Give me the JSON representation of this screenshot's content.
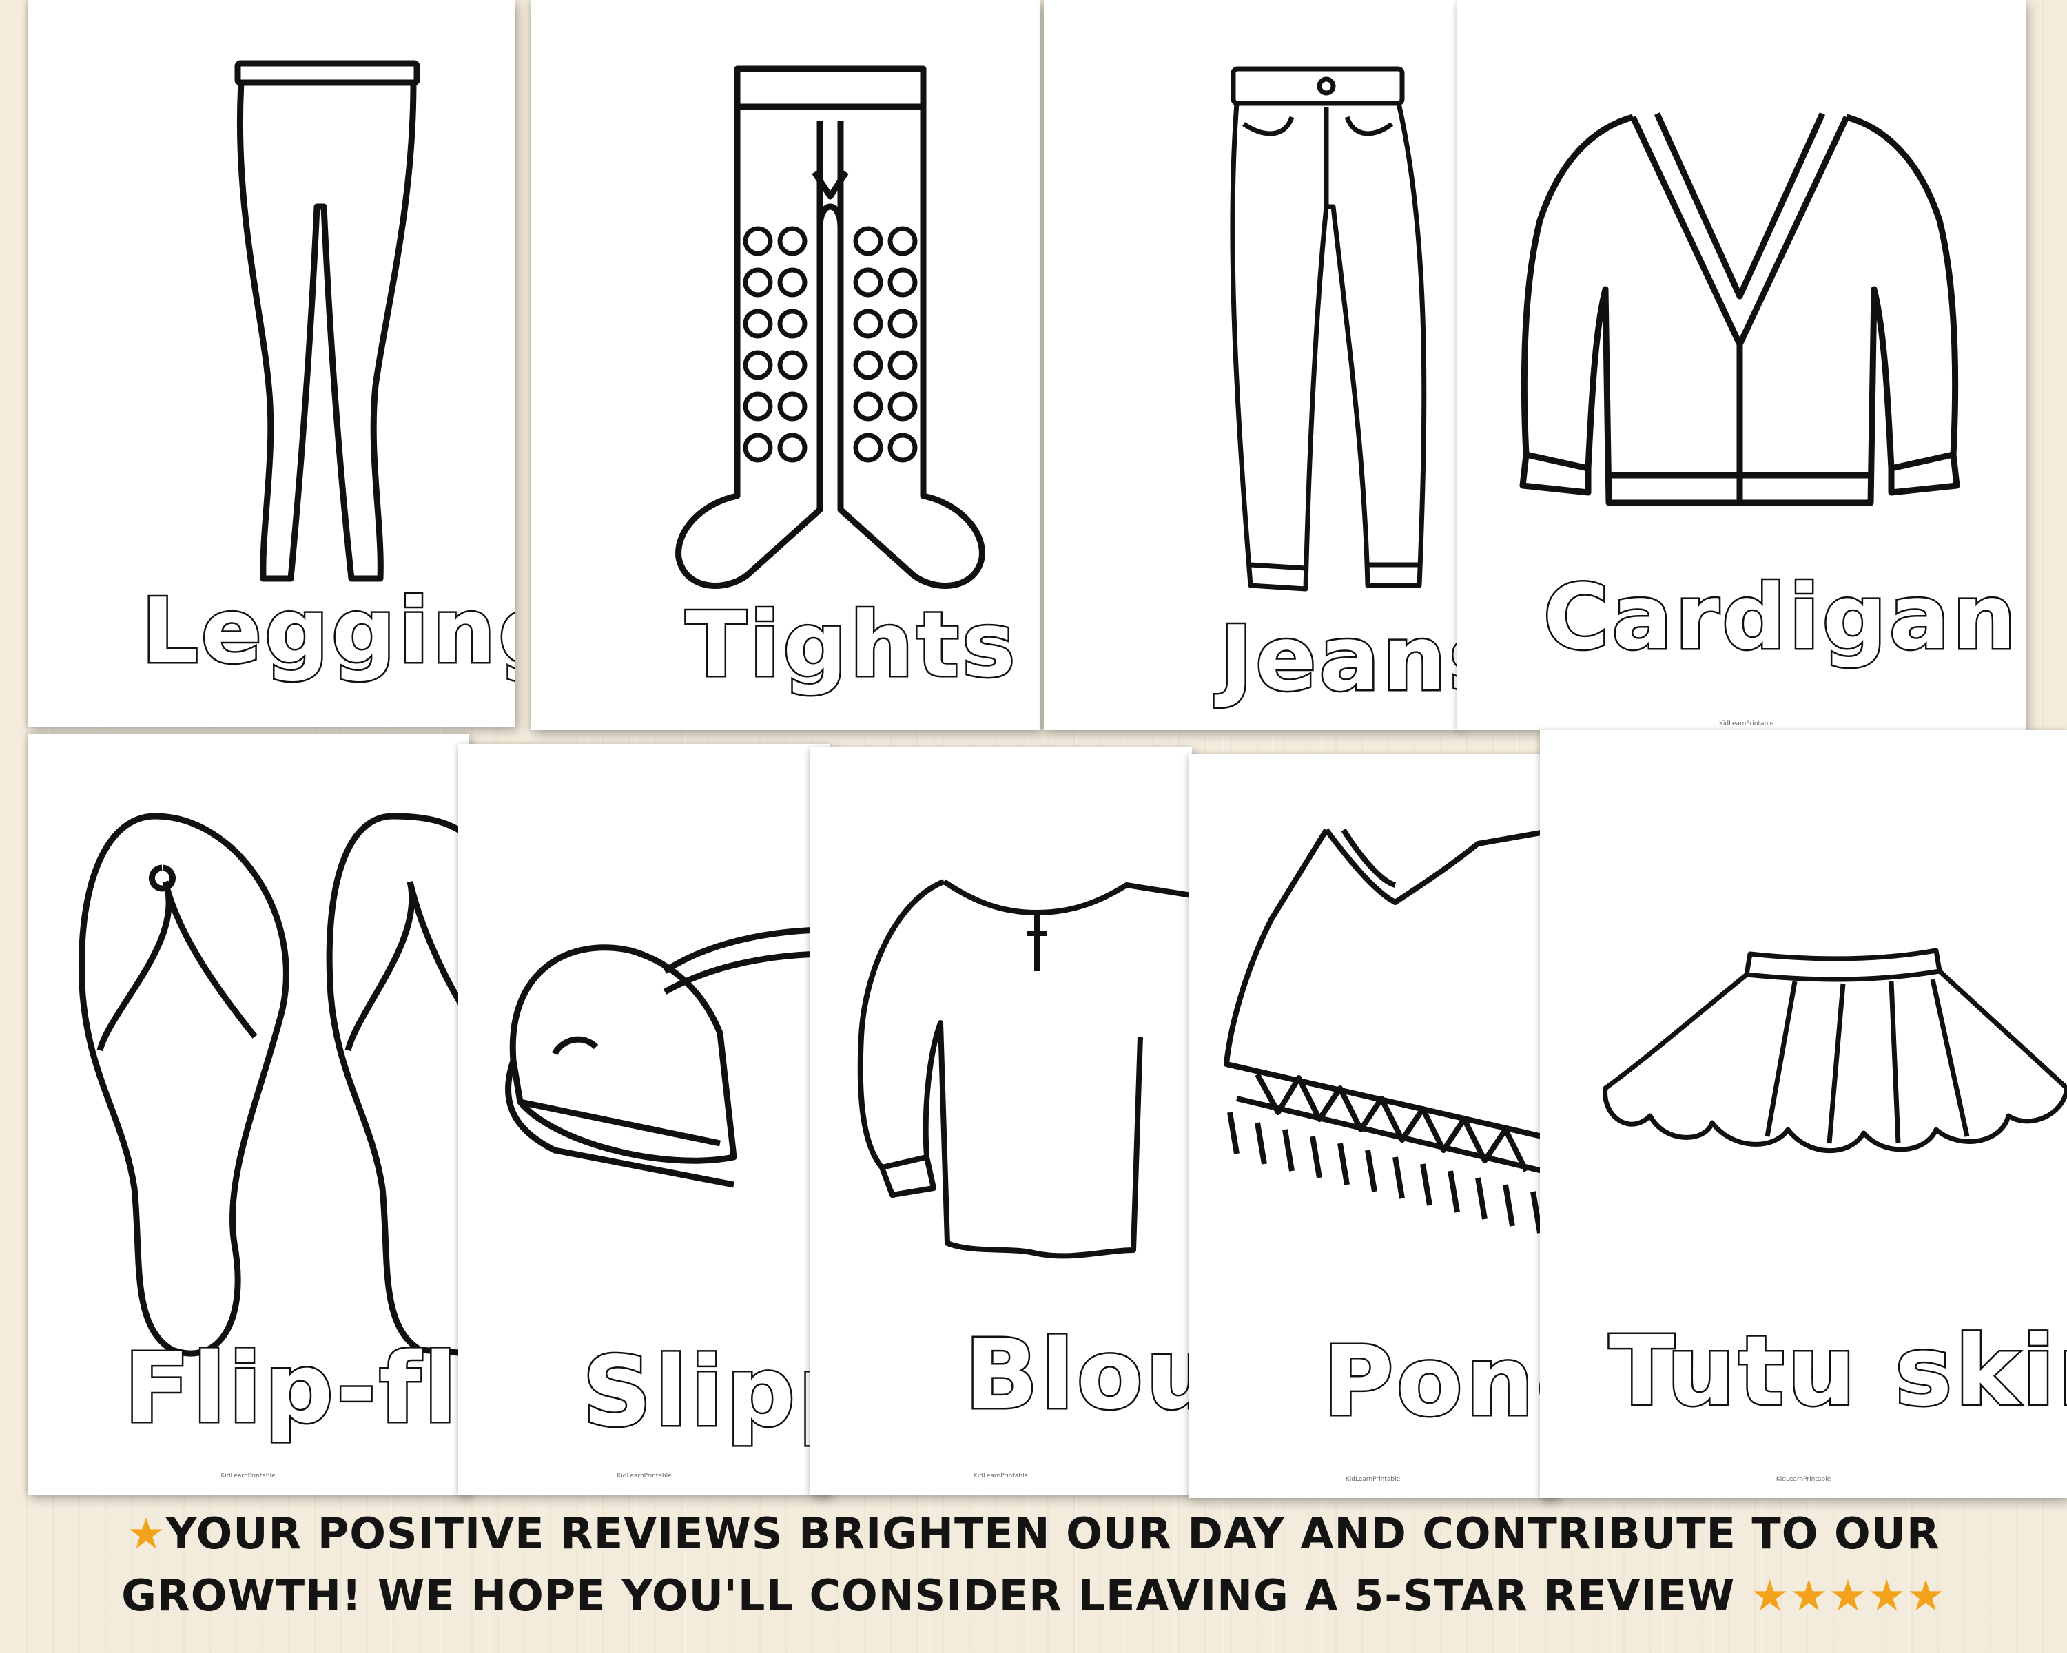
{
  "top_cards": [
    {
      "label": "Leggings",
      "icon": "leggings-icon"
    },
    {
      "label": "Tights",
      "icon": "tights-icon"
    },
    {
      "label": "Jeans",
      "icon": "jeans-icon"
    },
    {
      "label": "Cardigan",
      "icon": "cardigan-icon"
    }
  ],
  "bottom_cards": [
    {
      "label": "Flip-flops",
      "icon": "flip-flops-icon",
      "credit": "KidLearnPrintable"
    },
    {
      "label": "Slippers",
      "icon": "slippers-icon",
      "credit": "KidLearnPrintable"
    },
    {
      "label": "Blouse",
      "icon": "blouse-icon",
      "credit": "KidLearnPrintable"
    },
    {
      "label": "Poncho",
      "icon": "poncho-icon",
      "credit": "KidLearnPrintable"
    },
    {
      "label": "Tutu skirt",
      "icon": "tutu-skirt-icon",
      "credit": "KidLearnPrintable"
    }
  ],
  "cardigan_credit": "KidLearnPrintable",
  "banner": {
    "line1": "YOUR POSITIVE REVIEWS BRIGHTEN OUR DAY AND CONTRIBUTE TO OUR",
    "line2": "GROWTH! WE HOPE YOU'LL CONSIDER LEAVING A 5-STAR REVIEW",
    "star_glyph": "★",
    "star_color": "#f2a31b"
  },
  "colors": {
    "background": "#f3ebdc",
    "card": "#ffffff",
    "ink": "#111111"
  }
}
